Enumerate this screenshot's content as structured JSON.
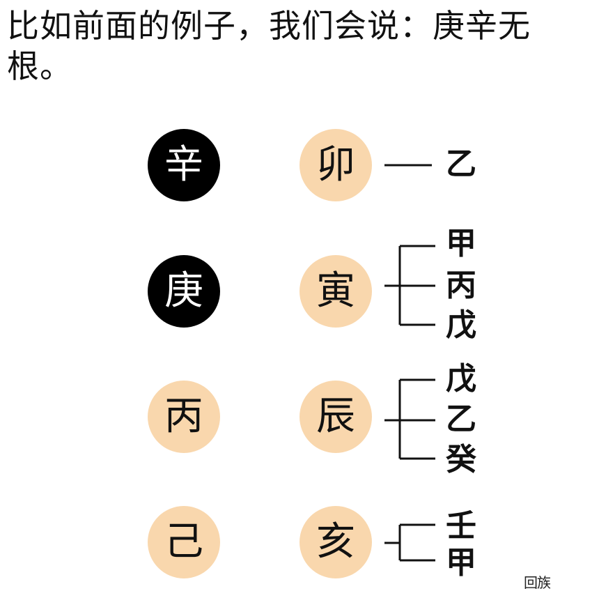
{
  "intro_text": "比如前面的例子，我们会说：庚辛无根。",
  "colors": {
    "dark_circle": "#000000",
    "light_circle": "#f9d7ad",
    "line": "#111111"
  },
  "rows": [
    {
      "stem": "辛",
      "stem_style": "dark",
      "branch": "卯",
      "hidden": [
        "乙"
      ]
    },
    {
      "stem": "庚",
      "stem_style": "dark",
      "branch": "寅",
      "hidden": [
        "甲",
        "丙",
        "戊"
      ]
    },
    {
      "stem": "丙",
      "stem_style": "light",
      "branch": "辰",
      "hidden": [
        "戊",
        "乙",
        "癸"
      ]
    },
    {
      "stem": "己",
      "stem_style": "light",
      "branch": "亥",
      "hidden": [
        "壬",
        "甲"
      ]
    }
  ],
  "watermark": "回族"
}
